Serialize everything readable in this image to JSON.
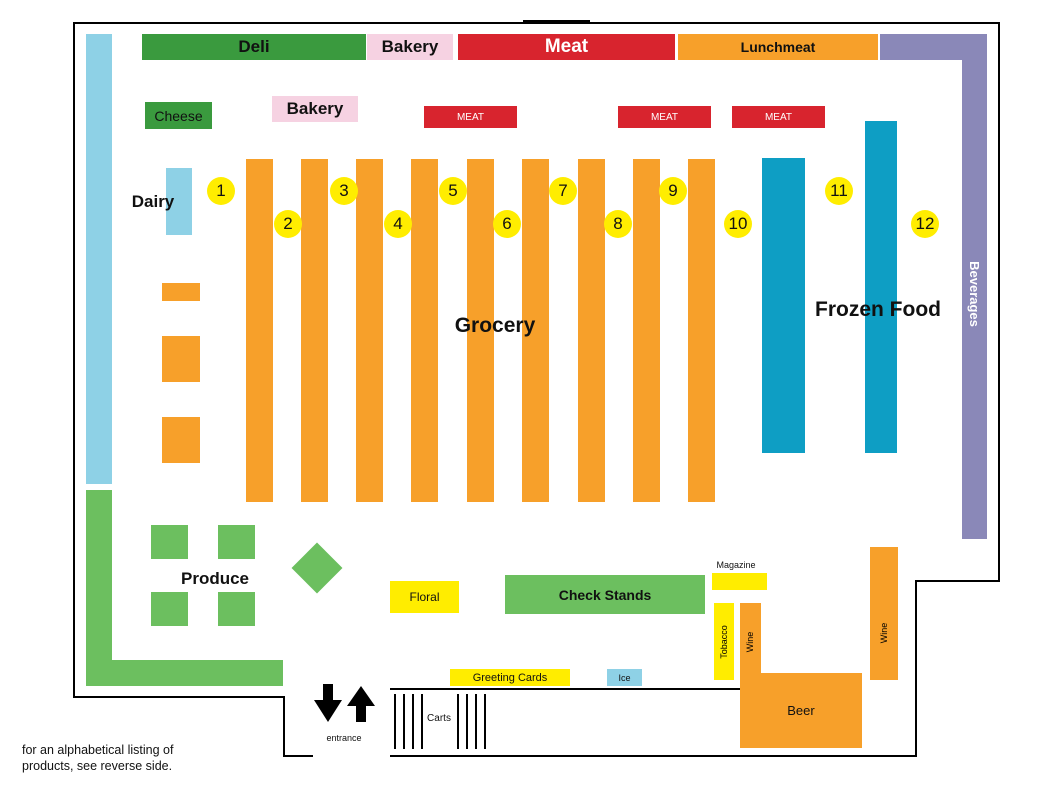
{
  "colors": {
    "green": "#6cbf5f",
    "dark_green": "#3a9a3e",
    "pink": "#f6d2e2",
    "red": "#d8242e",
    "orange": "#f7a02a",
    "light_blue": "#8ed1e6",
    "teal": "#0e9ec4",
    "purple": "#8a88b8",
    "yellow": "#ffed00"
  },
  "top_wall": {
    "deli": "Deli",
    "bakery": "Bakery",
    "meat": "Meat",
    "lunchmeat": "Lunchmeat",
    "beverages": "Beverages"
  },
  "counters": {
    "cheese": "Cheese",
    "bakery": "Bakery",
    "meat_1": "MEAT",
    "meat_2": "MEAT",
    "meat_3": "MEAT"
  },
  "departments": {
    "dairy": "Dairy",
    "grocery": "Grocery",
    "frozen_food": "Frozen Food",
    "produce": "Produce"
  },
  "aisles": [
    "1",
    "2",
    "3",
    "4",
    "5",
    "6",
    "7",
    "8",
    "9",
    "10",
    "11",
    "12"
  ],
  "front": {
    "floral": "Floral",
    "check_stands": "Check Stands",
    "magazine": "Magazine",
    "tobacco": "Tobacco",
    "wine_left": "Wine",
    "wine_right": "Wine",
    "greeting_cards": "Greeting Cards",
    "ice": "Ice",
    "beer": "Beer",
    "carts": "Carts",
    "entrance": "entrance"
  },
  "footnote": {
    "line1": "for an alphabetical listing of",
    "line2": "products, see reverse side."
  }
}
